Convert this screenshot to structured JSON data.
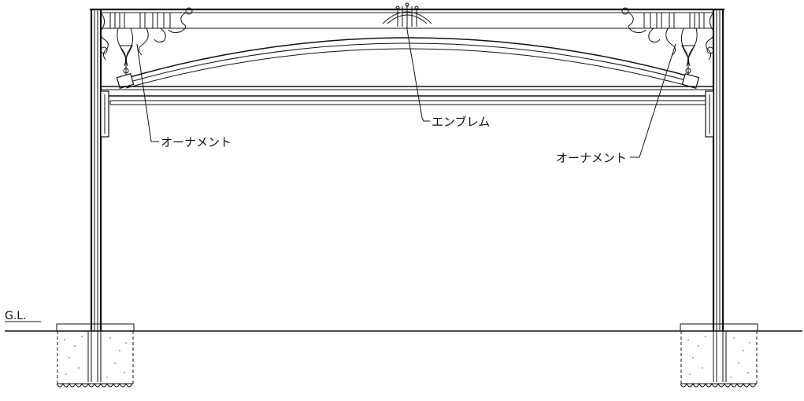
{
  "labels": {
    "ground_level": "G.L.",
    "ornament_left": "オーナメント",
    "emblem": "エンブレム",
    "ornament_right": "オーナメント"
  }
}
